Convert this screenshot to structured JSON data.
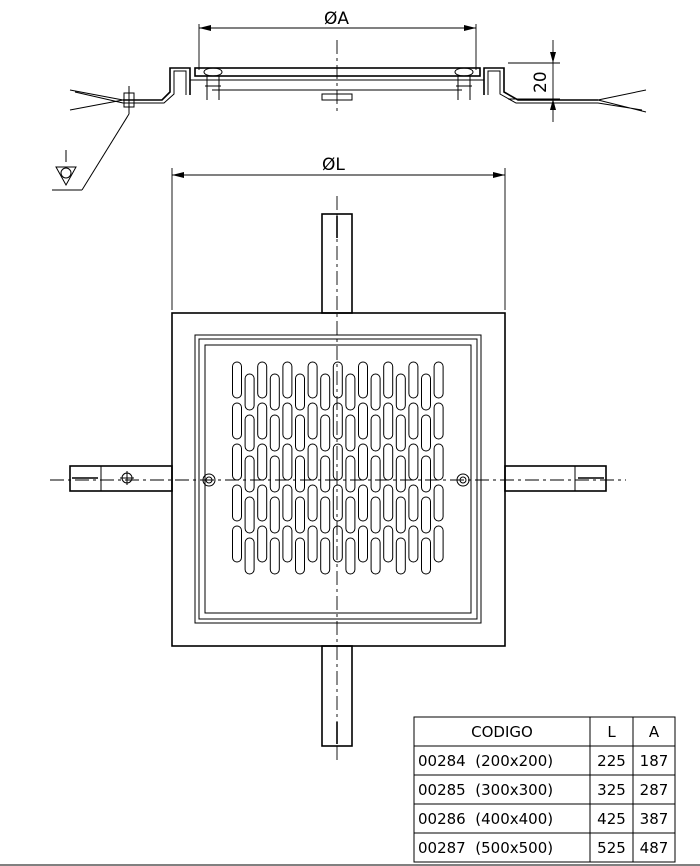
{
  "dimensions": {
    "diameter_a": "ØA",
    "diameter_l": "ØL",
    "height": "20"
  },
  "table": {
    "headers": [
      "CODIGO",
      "L",
      "A"
    ],
    "rows": [
      [
        "00284  (200x200)",
        "225",
        "187"
      ],
      [
        "00285  (300x300)",
        "325",
        "287"
      ],
      [
        "00286  (400x400)",
        "425",
        "387"
      ],
      [
        "00287  (500x500)",
        "525",
        "487"
      ]
    ]
  }
}
